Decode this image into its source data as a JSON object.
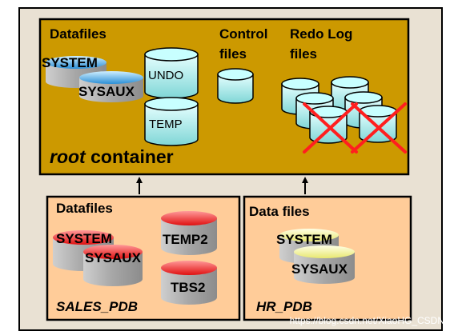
{
  "root": {
    "datafiles_label": "Datafiles",
    "control_label_1": "Control",
    "control_label_2": "files",
    "redo_label_1": "Redo Log",
    "redo_label_2": "files",
    "system_label": "SYSTEM",
    "sysaux_label": "SYSAUX",
    "undo_label": "UNDO",
    "temp_label": "TEMP",
    "title_italic": "root",
    "title_rest": " container"
  },
  "sales_pdb": {
    "datafiles_label": "Datafiles",
    "system_label": "SYSTEM",
    "sysaux_label": "SYSAUX",
    "temp2_label": "TEMP2",
    "tbs2_label": "TBS2",
    "name": "SALES_PDB"
  },
  "hr_pdb": {
    "datafiles_label": "Data files",
    "system_label": "SYSTEM",
    "sysaux_label": "SYSAUX",
    "name": "HR_PDB"
  },
  "watermark": "https://blog.csdn.net/XiaoHG_CSDN",
  "colors": {
    "outer_bg": "#e9e1d3",
    "root_bg": "#cc9900",
    "pdb_bg": "#ffcc99",
    "cyan": "#99e6e6",
    "blue": "#3399dd",
    "red": "#ee2222",
    "yellow": "#ffff99",
    "grey": "#b3b3b3"
  }
}
